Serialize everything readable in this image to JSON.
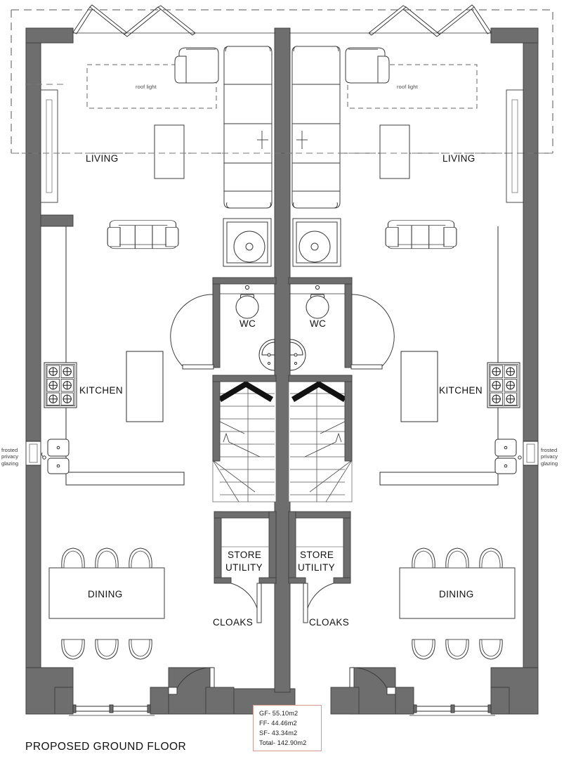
{
  "drawing": {
    "title": "PROPOSED GROUND FLOOR",
    "type": "architectural-floor-plan",
    "description": "Semi-detached pair, mirrored ground floor plan",
    "colors": {
      "wall_fill": "#6e6e6e",
      "wall_stroke": "#3f3f3f",
      "furniture_stroke": "#3c3c3c",
      "background": "#ffffff",
      "area_box_border": "#d79a92",
      "text": "#111111"
    }
  },
  "area_schedule": {
    "lines": [
      "GF- 55.10m2",
      "FF- 44.46m2",
      "SF- 43.34m2",
      "Total- 142.90m2"
    ],
    "ground_floor": "GF- 55.10m2",
    "first_floor": "FF- 44.46m2",
    "second_floor": "SF- 43.34m2",
    "total": "Total- 142.90m2"
  },
  "rooms": {
    "living_left": "LIVING",
    "living_right": "LIVING",
    "kitchen_left": "KITCHEN",
    "kitchen_right": "KITCHEN",
    "dining_left": "DINING",
    "dining_right": "DINING",
    "wc_left": "WC",
    "wc_right": "WC",
    "store_utility_left_line1": "STORE",
    "store_utility_left_line2": "UTILITY",
    "store_utility_right_line1": "STORE",
    "store_utility_right_line2": "UTILITY",
    "cloaks_left": "CLOAKS",
    "cloaks_right": "CLOAKS"
  },
  "annotations": {
    "roof_light_left": "roof light",
    "roof_light_right": "roof light",
    "frosted_left_line1": "frosted",
    "frosted_left_line2": "privacy",
    "frosted_left_line3": "glazing",
    "frosted_right_line1": "frosted",
    "frosted_right_line2": "privacy",
    "frosted_right_line3": "glazing"
  }
}
